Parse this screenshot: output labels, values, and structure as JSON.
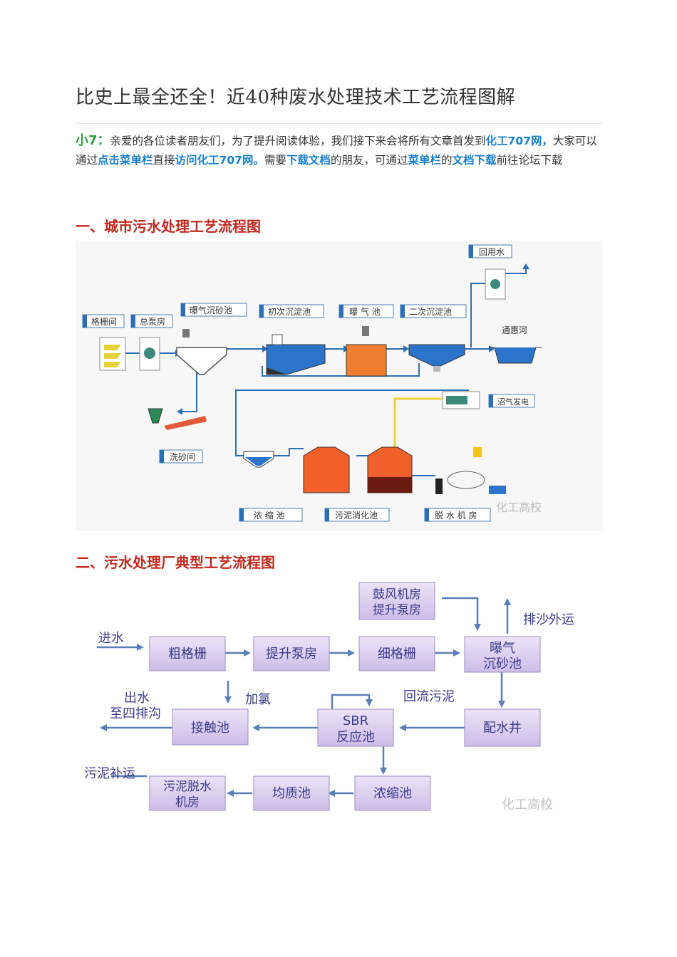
{
  "page_title": "比史上最全还全！近40种废水处理技术工艺流程图解",
  "intro": {
    "lead": "小7：",
    "parts": [
      {
        "t": "亲爱的各位读者朋友们，为了提升阅读体验，我们接下来会将所有文章首发到",
        "hl": false
      },
      {
        "t": "化工707网，",
        "hl": true
      },
      {
        "t": "大家可以通过",
        "hl": false
      },
      {
        "t": "点击菜单栏",
        "hl": true
      },
      {
        "t": "直接",
        "hl": false
      },
      {
        "t": "访问化工707网。",
        "hl": true
      },
      {
        "t": "需要",
        "hl": false
      },
      {
        "t": "下载文档",
        "hl": true
      },
      {
        "t": "的朋友，可通过",
        "hl": false
      },
      {
        "t": "菜单栏",
        "hl": true
      },
      {
        "t": "的",
        "hl": false
      },
      {
        "t": "文档下载",
        "hl": true
      },
      {
        "t": "前往论坛下载",
        "hl": false
      }
    ]
  },
  "section1": {
    "heading": "一、城市污水处理工艺流程图",
    "labels": {
      "grille": "格栅间",
      "pump": "总泵房",
      "aerated_grit": "曝气沉砂池",
      "primary": "初次沉淀池",
      "aeration": "曝 气 池",
      "secondary": "二次沉淀池",
      "reuse": "回用水",
      "river": "通惠河",
      "biogas": "沼气发电",
      "sand_wash": "洗砂间",
      "thickener": "浓 缩 池",
      "digester": "污泥消化池",
      "dewater": "脱 水 机 房"
    },
    "watermark": "化工高校"
  },
  "section2": {
    "heading": "二、污水处理厂典型工艺流程图",
    "boxes": {
      "blower": "鼓风机房",
      "blower2": "提升泵房",
      "coarse": "粗格栅",
      "lift": "提升泵房",
      "fine": "细格栅",
      "grit1": "曝气",
      "grit2": "沉砂池",
      "contact": "接触池",
      "sbr1": "SBR",
      "sbr2": "反应池",
      "distribution": "配水井",
      "dewater1": "污泥脱水",
      "dewater2": "机房",
      "equalize": "均质池",
      "thicken": "浓缩池"
    },
    "labels": {
      "inflow": "进水",
      "outflow1": "出水",
      "outflow2": "至四排沟",
      "chlorine": "加氯",
      "return_sludge": "回流污泥",
      "sand_out": "排沙外运",
      "sludge_out": "污泥补运"
    },
    "watermark": "化工高校"
  }
}
